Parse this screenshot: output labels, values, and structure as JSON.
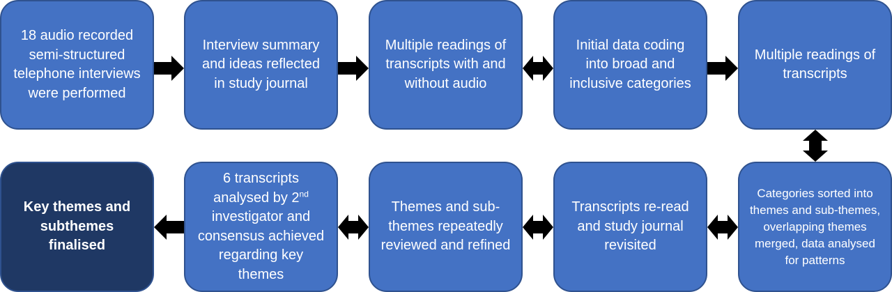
{
  "steps": {
    "s1": "18 audio recorded semi-structured telephone interviews were performed",
    "s2": "Interview summary and ideas reflected in study journal",
    "s3": "Multiple readings of transcripts with and without audio",
    "s4": "Initial data coding into broad and inclusive categories",
    "s5": "Multiple readings of transcripts",
    "s6": "Categories sorted into themes and sub-themes, overlapping themes merged, data analysed for patterns",
    "s7": "Transcripts re-read and study journal revisited",
    "s8": "Themes and sub-themes repeatedly reviewed and refined",
    "s9_pre": "6 transcripts analysed by 2",
    "s9_sup": "nd",
    "s9_post": " investigator and consensus achieved regarding key themes",
    "s10": "Key themes and subthemes finalised"
  },
  "colors": {
    "box_fill": "#4472c4",
    "box_border": "#2f528f",
    "final_box_fill": "#1f3864",
    "text": "#ffffff",
    "arrow": "#000000"
  },
  "connectors": [
    {
      "from": "s1",
      "to": "s2",
      "type": "right-arrow"
    },
    {
      "from": "s2",
      "to": "s3",
      "type": "right-arrow"
    },
    {
      "from": "s3",
      "to": "s4",
      "type": "double-arrow"
    },
    {
      "from": "s4",
      "to": "s5",
      "type": "right-arrow"
    },
    {
      "from": "s5",
      "to": "s6",
      "type": "double-arrow"
    },
    {
      "from": "s6",
      "to": "s7",
      "type": "double-arrow"
    },
    {
      "from": "s7",
      "to": "s8",
      "type": "double-arrow"
    },
    {
      "from": "s8",
      "to": "s9",
      "type": "double-arrow"
    },
    {
      "from": "s9",
      "to": "s10",
      "type": "left-arrow"
    }
  ]
}
